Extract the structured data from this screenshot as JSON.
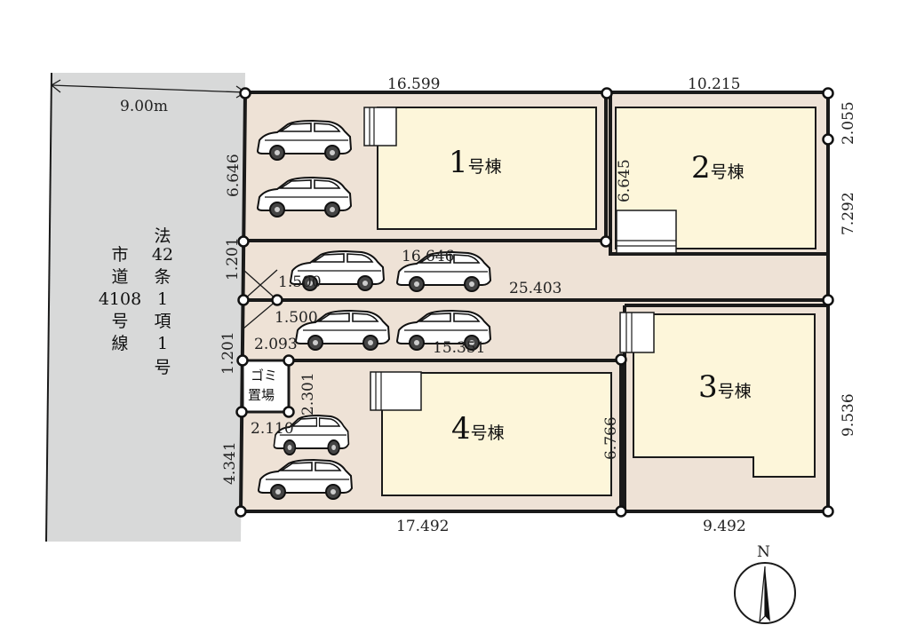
{
  "road": {
    "width_label": "9.00m",
    "name_vertical": [
      "市",
      "道",
      "4108",
      "号",
      "線"
    ],
    "law_vertical": [
      "法",
      "42",
      "条",
      "1",
      "項",
      "1",
      "号"
    ]
  },
  "buildings": [
    {
      "num": "1",
      "suffix": "号棟"
    },
    {
      "num": "2",
      "suffix": "号棟"
    },
    {
      "num": "3",
      "suffix": "号棟"
    },
    {
      "num": "4",
      "suffix": "号棟"
    }
  ],
  "garbage": {
    "line1": "ゴミ",
    "line2": "置場"
  },
  "dims": {
    "top_1": "16.599",
    "top_2": "10.215",
    "right_top": "2.055",
    "right_2": "7.292",
    "right_3": "9.536",
    "left_1": "6.646",
    "lot2_left": "6.645",
    "left_lane1": "1.201",
    "left_lane2": "1.201",
    "left_4": "4.341",
    "lane1_len": "16.646",
    "lane_mid": "25.403",
    "diag1": "1.500",
    "diag2": "1.500",
    "lane2_len": "15.351",
    "lane2_start": "2.093",
    "garbage_h": "2.301",
    "garbage_w": "2.110",
    "lot4_right": "6.766",
    "bottom_1": "17.492",
    "bottom_2": "9.492"
  },
  "compass": {
    "label": "N"
  },
  "colors": {
    "lot": "#eee2d6",
    "house": "#fdf6da",
    "road": "#d8d9d9",
    "line": "#1a1a1a"
  }
}
